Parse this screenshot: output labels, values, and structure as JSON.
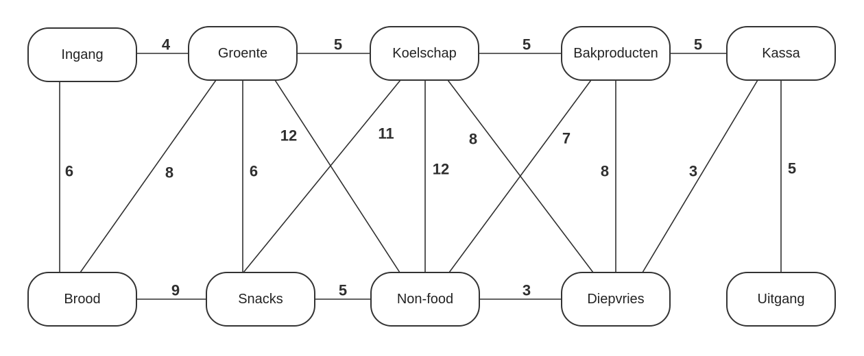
{
  "diagram": {
    "nodes": [
      {
        "id": "ingang",
        "label": "Ingang"
      },
      {
        "id": "groente",
        "label": "Groente"
      },
      {
        "id": "koelschap",
        "label": "Koelschap"
      },
      {
        "id": "bakproducten",
        "label": "Bakproducten"
      },
      {
        "id": "kassa",
        "label": "Kassa"
      },
      {
        "id": "brood",
        "label": "Brood"
      },
      {
        "id": "snacks",
        "label": "Snacks"
      },
      {
        "id": "nonfood",
        "label": "Non-food"
      },
      {
        "id": "diepvries",
        "label": "Diepvries"
      },
      {
        "id": "uitgang",
        "label": "Uitgang"
      }
    ],
    "edges": [
      {
        "from": "ingang",
        "to": "groente",
        "weight": "4"
      },
      {
        "from": "groente",
        "to": "koelschap",
        "weight": "5"
      },
      {
        "from": "koelschap",
        "to": "bakproducten",
        "weight": "5"
      },
      {
        "from": "bakproducten",
        "to": "kassa",
        "weight": "5"
      },
      {
        "from": "ingang",
        "to": "brood",
        "weight": "6"
      },
      {
        "from": "groente",
        "to": "brood",
        "weight": "8"
      },
      {
        "from": "groente",
        "to": "snacks",
        "weight": "6"
      },
      {
        "from": "groente",
        "to": "nonfood",
        "weight": "12"
      },
      {
        "from": "koelschap",
        "to": "snacks",
        "weight": "11"
      },
      {
        "from": "koelschap",
        "to": "nonfood",
        "weight": "12"
      },
      {
        "from": "koelschap",
        "to": "diepvries",
        "weight": "8"
      },
      {
        "from": "bakproducten",
        "to": "nonfood",
        "weight": "7"
      },
      {
        "from": "bakproducten",
        "to": "diepvries",
        "weight": "8"
      },
      {
        "from": "kassa",
        "to": "diepvries",
        "weight": "3"
      },
      {
        "from": "kassa",
        "to": "uitgang",
        "weight": "5"
      },
      {
        "from": "brood",
        "to": "snacks",
        "weight": "9"
      },
      {
        "from": "snacks",
        "to": "nonfood",
        "weight": "5"
      },
      {
        "from": "nonfood",
        "to": "diepvries",
        "weight": "3"
      }
    ]
  }
}
